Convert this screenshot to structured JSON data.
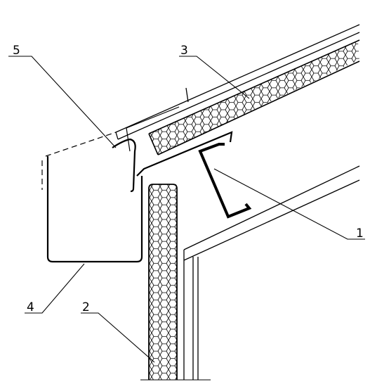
{
  "labels": [
    {
      "id": "1",
      "text": "1"
    },
    {
      "id": "2",
      "text": "2"
    },
    {
      "id": "3",
      "text": "3"
    },
    {
      "id": "4",
      "text": "4"
    },
    {
      "id": "5",
      "text": "5"
    }
  ],
  "colors": {
    "line": "#000000",
    "background": "#ffffff"
  },
  "pattern": "honeycomb-insulation"
}
